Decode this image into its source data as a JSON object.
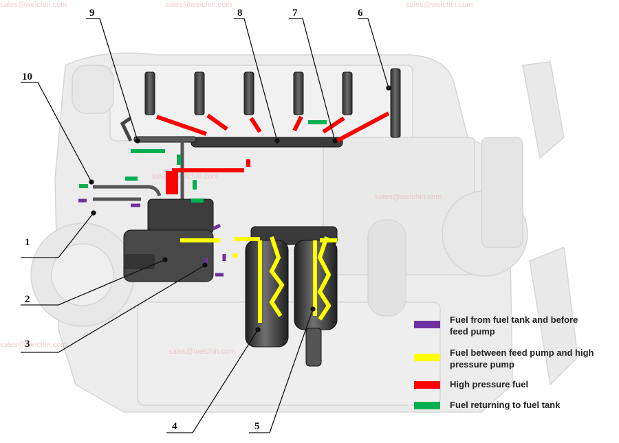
{
  "callouts": [
    {
      "number": "1"
    },
    {
      "number": "2"
    },
    {
      "number": "3"
    },
    {
      "number": "4"
    },
    {
      "number": "5"
    },
    {
      "number": "6"
    },
    {
      "number": "7"
    },
    {
      "number": "8"
    },
    {
      "number": "9"
    },
    {
      "number": "10"
    }
  ],
  "legend": [
    {
      "label_line1": "Fuel from fuel tank and before",
      "label_line2": "feed pump",
      "color": "#7030a0"
    },
    {
      "label_line1": "Fuel between feed pump and high",
      "label_line2": "pressure pump",
      "color": "#ffff00"
    },
    {
      "label_line1": "High pressure fuel",
      "label_line2": "",
      "color": "#ff0000"
    },
    {
      "label_line1": "Fuel returning to fuel tank",
      "label_line2": "",
      "color": "#00b050"
    }
  ],
  "colors": {
    "purple_flow": "#7030a0",
    "yellow_flow": "#ffff00",
    "red_flow": "#ff0000",
    "green_flow": "#00b050",
    "engine_ghost": "#e6e6e6",
    "component_dark": "#3a3a3a"
  }
}
